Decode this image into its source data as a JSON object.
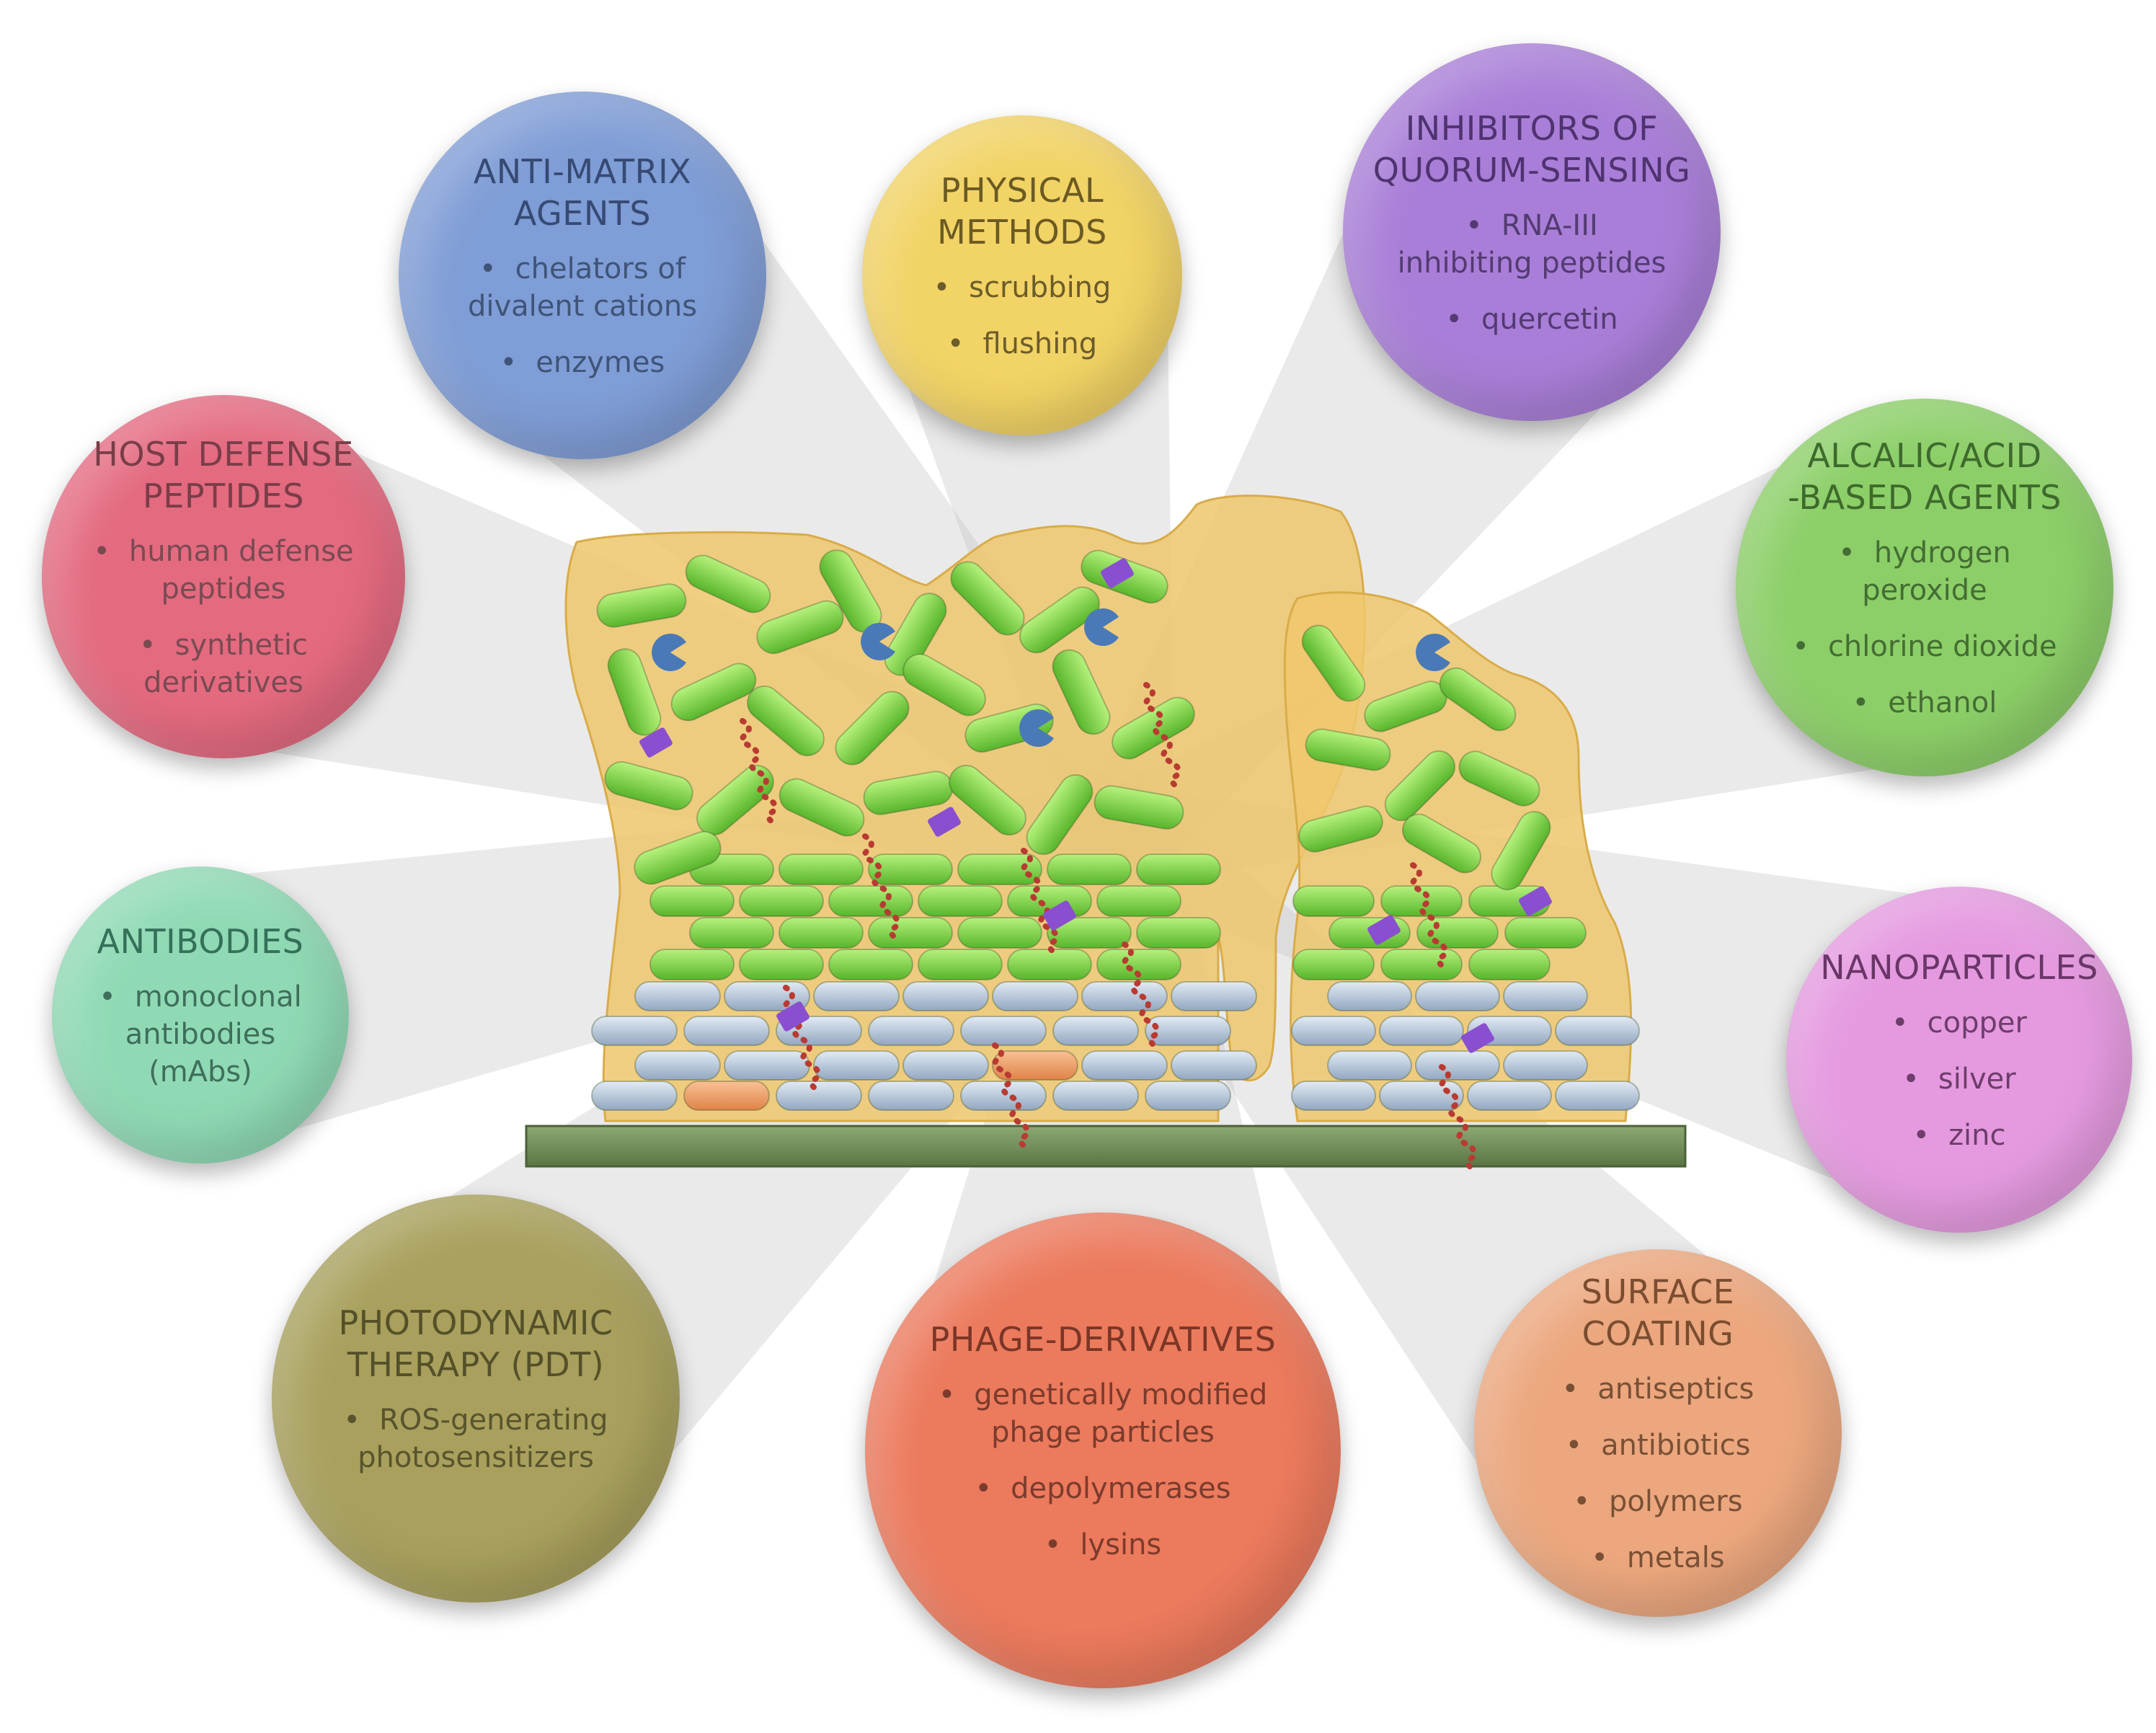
{
  "colors": {
    "host_defense": "#e46a80",
    "anti_matrix": "#7f9dd6",
    "physical": "#f2d365",
    "quorum": "#a97ed8",
    "alcalic": "#8ccf68",
    "antibodies": "#8fdab4",
    "nanoparticles": "#e59ae0",
    "photodynamic": "#a8a05c",
    "phage": "#ec7a5d",
    "surface": "#eca77e",
    "matrix": "#efc76c",
    "bacteria_green": "#7ed84a",
    "bacteria_blue": "#b9c9dc",
    "bacteria_orange": "#f1a26b",
    "substrate": "#6f8a55"
  },
  "categories": [
    {
      "id": "host-defense-peptides",
      "color_key": "host_defense",
      "title": [
        "HOST DEFENSE",
        "PEPTIDES"
      ],
      "items": [
        "human defense peptides",
        "synthetic derivatives"
      ]
    },
    {
      "id": "anti-matrix-agents",
      "color_key": "anti_matrix",
      "title": [
        "ANTI-MATRIX",
        "AGENTS"
      ],
      "items": [
        "chelators of divalent cations",
        "enzymes"
      ]
    },
    {
      "id": "physical-methods",
      "color_key": "physical",
      "title": [
        "PHYSICAL",
        "METHODS"
      ],
      "items": [
        "scrubbing",
        "flushing"
      ]
    },
    {
      "id": "inhibitors-of-quorum-sensing",
      "color_key": "quorum",
      "title": [
        "INHIBITORS OF",
        "QUORUM-SENSING"
      ],
      "items": [
        "RNA-III inhibiting peptides",
        "quercetin"
      ]
    },
    {
      "id": "alcalic-acid-based-agents",
      "color_key": "alcalic",
      "title": [
        "ALCALIC/ACID",
        "-BASED AGENTS"
      ],
      "items": [
        "hydrogen peroxide",
        "chlorine dioxide",
        "ethanol"
      ]
    },
    {
      "id": "antibodies",
      "color_key": "antibodies",
      "title": [
        "ANTIBODIES"
      ],
      "items": [
        "monoclonal antibodies (mAbs)"
      ]
    },
    {
      "id": "nanoparticles",
      "color_key": "nanoparticles",
      "title": [
        "NANOPARTICLES"
      ],
      "items": [
        "copper",
        "silver",
        "zinc"
      ]
    },
    {
      "id": "photodynamic-therapy",
      "color_key": "photodynamic",
      "title": [
        "PHOTODYNAMIC",
        "THERAPY (PDT)"
      ],
      "items": [
        "ROS-generating photosensitizers"
      ]
    },
    {
      "id": "phage-derivatives",
      "color_key": "phage",
      "title": [
        "PHAGE-DERIVATIVES"
      ],
      "items": [
        "genetically modified phage particles",
        "depolymerases",
        "lysins"
      ]
    },
    {
      "id": "surface-coating",
      "color_key": "surface",
      "title": [
        "SURFACE",
        "COATING"
      ],
      "items": [
        "antiseptics",
        "antibiotics",
        "polymers",
        "metals"
      ]
    }
  ]
}
